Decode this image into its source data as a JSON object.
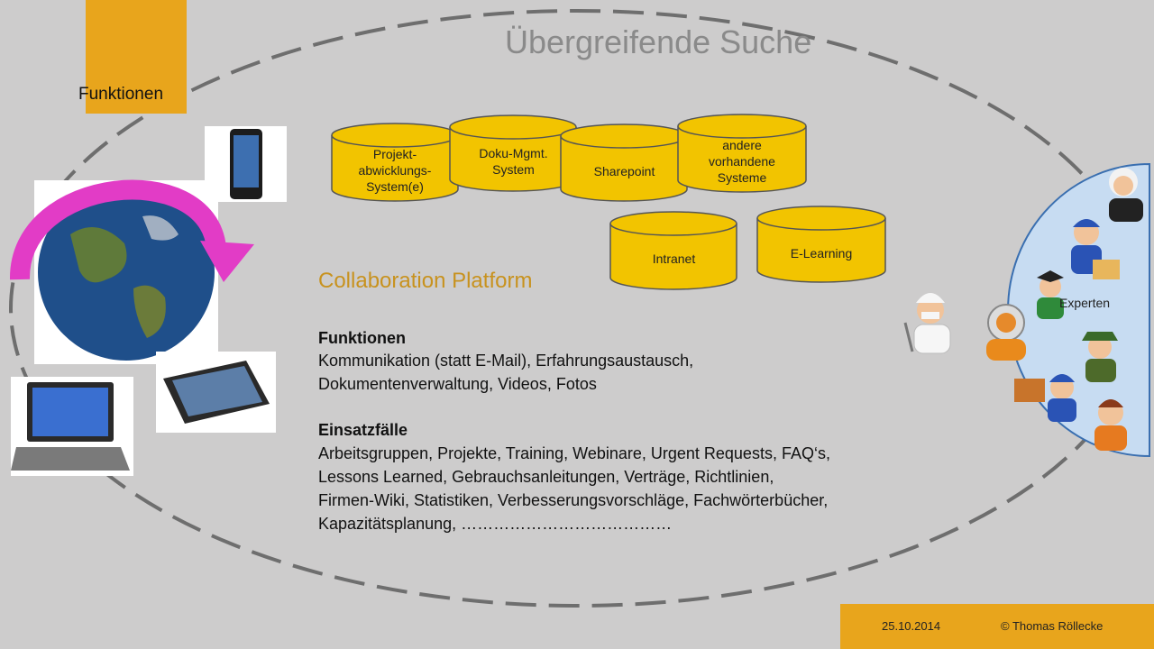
{
  "slide": {
    "title": "Übergreifende Suche",
    "tab_label": "Funktionen"
  },
  "systems": [
    {
      "label": "Projekt-\nabwicklungs-\nSystem(e)"
    },
    {
      "label": "Doku-Mgmt.\nSystem"
    },
    {
      "label": "Sharepoint"
    },
    {
      "label": "andere\nvorhandene\nSysteme"
    },
    {
      "label": "Intranet"
    },
    {
      "label": "E-Learning"
    }
  ],
  "platform": {
    "title": "Collaboration Platform",
    "functions_heading": "Funktionen",
    "functions_line1": "Kommunikation  (statt E-Mail), Erfahrungsaustausch,",
    "functions_line2": "Dokumentenverwaltung,  Videos, Fotos",
    "usecases_heading": "Einsatzfälle",
    "usecases_line1": "Arbeitsgruppen,  Projekte, Training, Webinare, Urgent Requests, FAQ‘s,",
    "usecases_line2": "Lessons Learned, Gebrauchsanleitungen,  Verträge, Richtlinien,",
    "usecases_line3": "Firmen-Wiki, Statistiken, Verbesserungsvorschläge, Fachwörterbücher,",
    "usecases_line4": "Kapazitätsplanung,  …………………………………"
  },
  "experts": {
    "label": "Experten"
  },
  "footer": {
    "date": "25.10.2014",
    "copyright": "© Thomas Röllecke"
  },
  "colors": {
    "accent": "#e8a51c",
    "cylinder": "#f2c400",
    "arrow": "#e23cc6",
    "experts_bg": "#c7dcf2"
  }
}
